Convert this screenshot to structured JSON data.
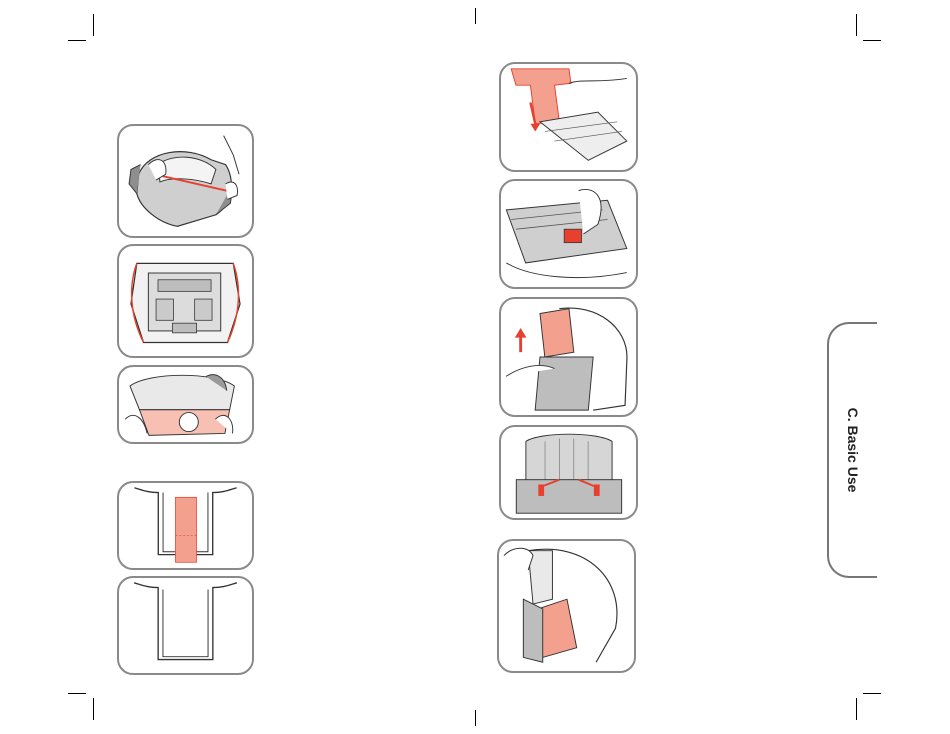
{
  "section_tab": {
    "label": "C. Basic Use"
  },
  "figures": {
    "left_column": [
      {
        "name": "booster-width-measure",
        "accent": "#e8402e"
      },
      {
        "name": "booster-underside",
        "accent": "#e8402e"
      },
      {
        "name": "booster-cupholder",
        "accent": "#f08a74"
      },
      {
        "name": "backrest-slot-highlight",
        "accent": "#f08a74"
      },
      {
        "name": "backrest-slot-plain",
        "accent": "#000000"
      }
    ],
    "right_column": [
      {
        "name": "backrest-insert-arrow",
        "accent": "#e8402e"
      },
      {
        "name": "backrest-latch-press",
        "accent": "#e8402e"
      },
      {
        "name": "headrest-lift",
        "accent": "#e8402e"
      },
      {
        "name": "shoulder-guide-adjust",
        "accent": "#e8402e"
      },
      {
        "name": "headrest-side-pull",
        "accent": "#f08a74"
      }
    ]
  },
  "colors": {
    "panel_border": "#8a8a8a",
    "accent": "#e8402e",
    "accent_light": "#f08a74",
    "grey": "#9a9a9a"
  }
}
